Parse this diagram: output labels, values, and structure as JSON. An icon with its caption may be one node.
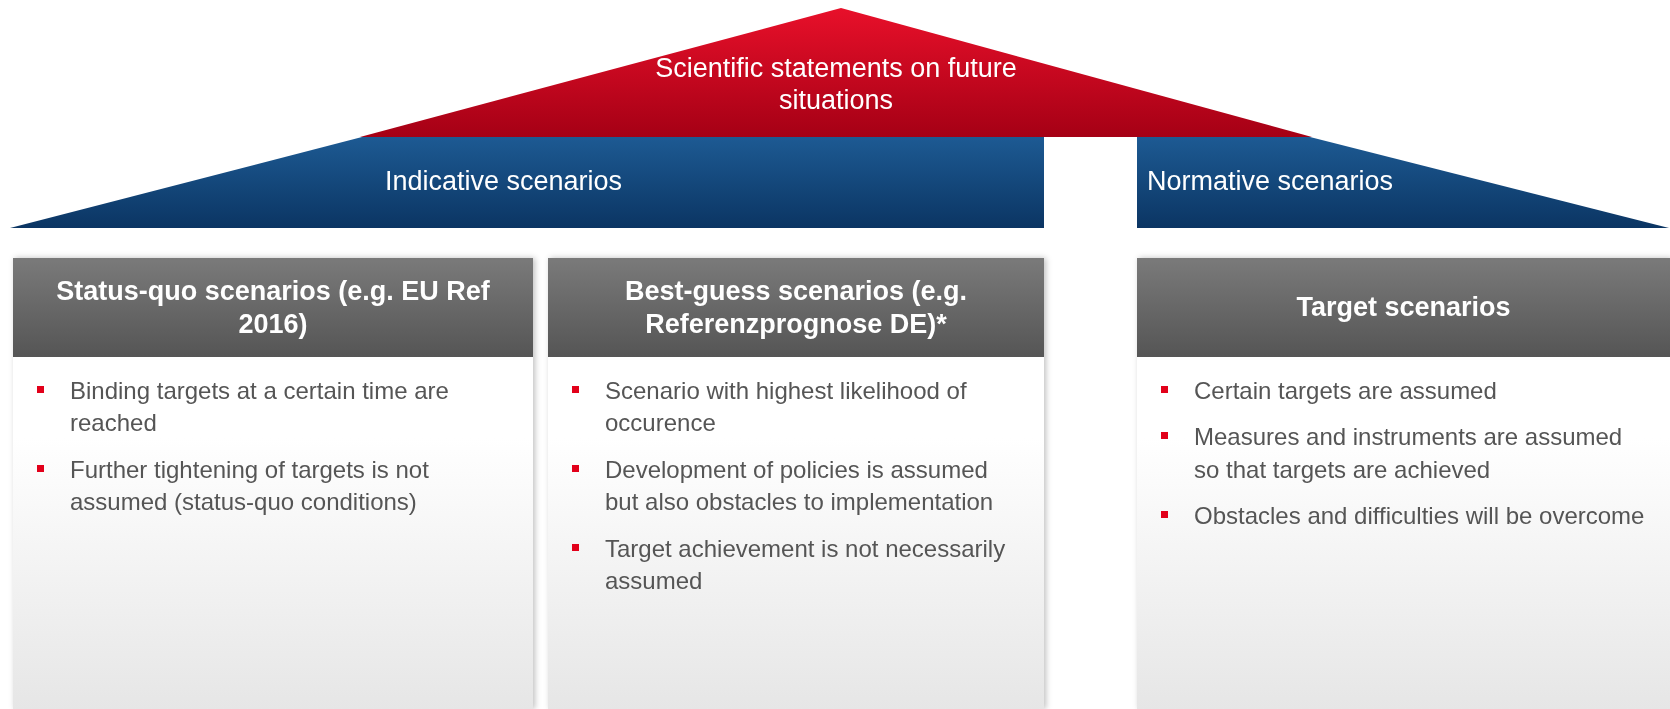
{
  "diagram": {
    "nodes": [
      {
        "text": [
          "Scientific statements on future situations"
        ]
      },
      {
        "text": [
          "Indicative scenarios"
        ]
      },
      {
        "text": [
          "Normative scenarios"
        ]
      },
      {
        "text": [
          "Status-quo scenarios (e.g. EU Ref 2016)",
          "Binding targets at a certain time are reached",
          "Further tightening of targets is not assumed (status-quo conditions)"
        ]
      },
      {
        "text": [
          "Best-guess scenarios (e.g. Referenzprognose DE)*",
          "Scenario with highest likelihood of occurence",
          "Development of policies is assumed but also obstacles to implementation",
          "Target achievement is not necessarily assumed"
        ]
      },
      {
        "text": [
          "Target scenarios",
          "Certain targets are assumed",
          "Measures and instruments are assumed so that targets are achieved",
          "Obstacles and difficulties will be overcome"
        ]
      }
    ],
    "edges": []
  }
}
